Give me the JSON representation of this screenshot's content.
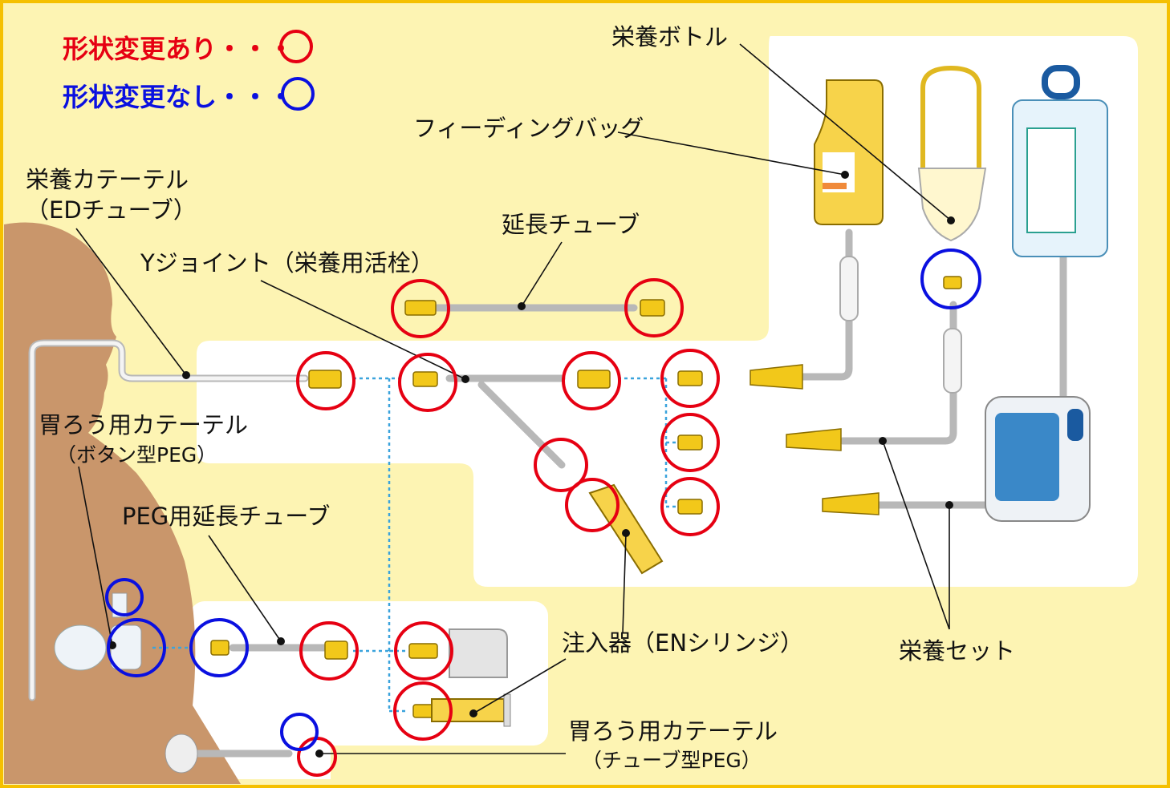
{
  "legend": {
    "changed": {
      "label": "形状変更あり・・・",
      "color": "#e60012"
    },
    "unchanged": {
      "label": "形状変更なし・・・",
      "color": "#0a10e0"
    }
  },
  "labels": {
    "nutrition_bottle": "栄養ボトル",
    "feeding_bag": "フィーディングバッグ",
    "ed_tube_line1": "栄養カテーテル",
    "ed_tube_line2": "（EDチューブ）",
    "extension_tube": "延長チューブ",
    "y_joint": "Yジョイント（栄養用活栓）",
    "button_peg_line1": "胃ろう用カテーテル",
    "button_peg_line2": "（ボタン型PEG）",
    "peg_extension_tube": "PEG用延長チューブ",
    "en_syringe": "注入器（ENシリンジ）",
    "nutrition_set": "栄養セット",
    "tube_peg_line1": "胃ろう用カテーテル",
    "tube_peg_line2": "（チューブ型PEG）"
  },
  "colors": {
    "background": "#fdf4b3",
    "frame": "#f5c000",
    "panel": "#ffffff",
    "body": "#c9966b",
    "connector": "#f2c81a"
  }
}
